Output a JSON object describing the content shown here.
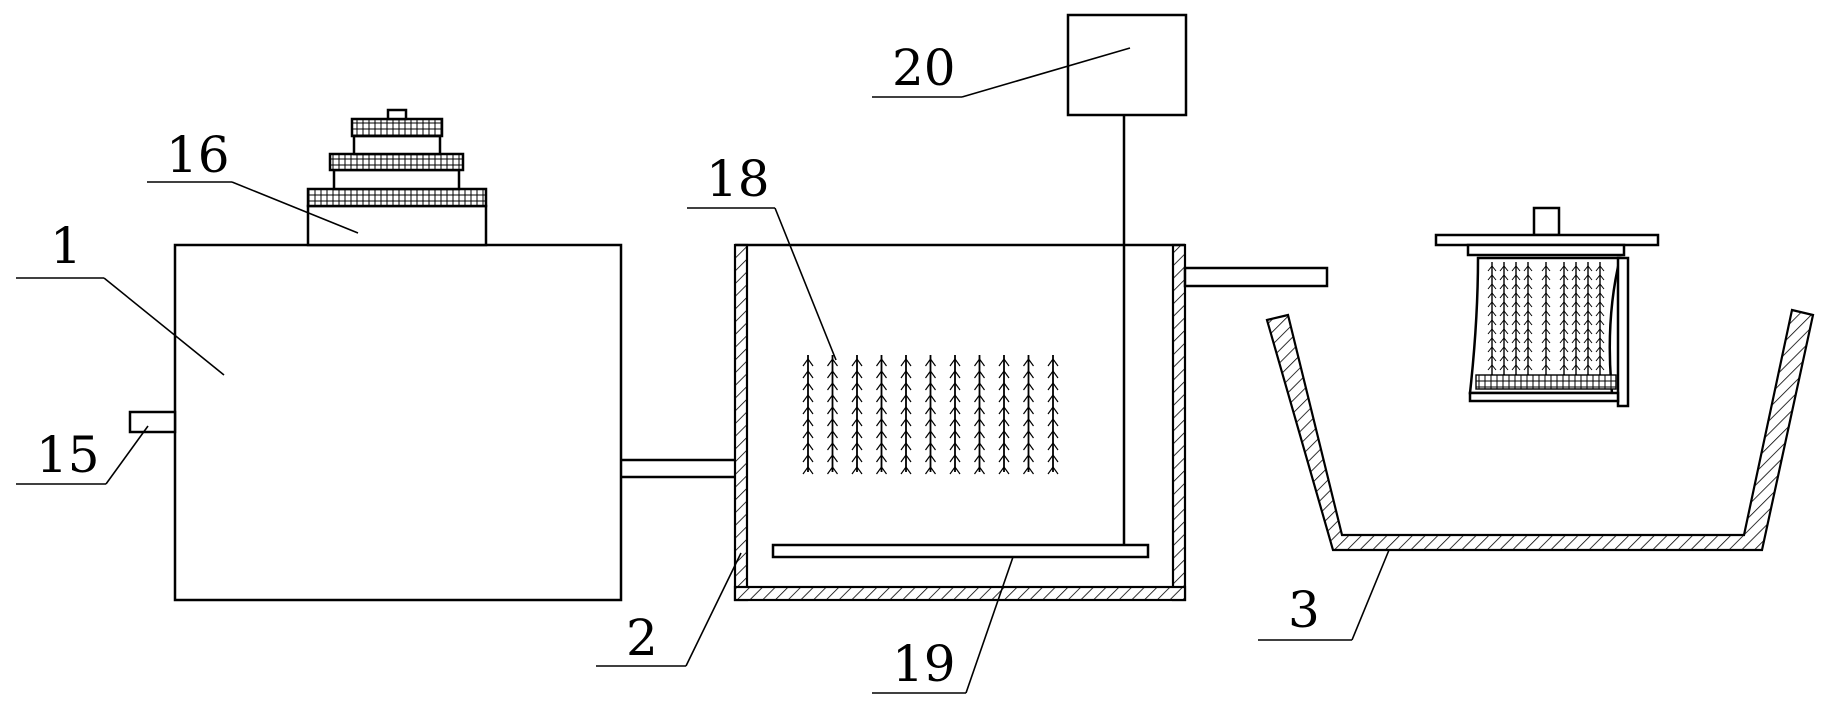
{
  "labels": {
    "tank_1": "1",
    "tank_2": "2",
    "basin_3": "3",
    "outlet_15": "15",
    "motor_16": "16",
    "brush_array_18": "18",
    "plate_19": "19",
    "control_box_20": "20"
  },
  "diagram": {
    "brush_count": 11,
    "line_color": "#000000",
    "background": "#ffffff"
  }
}
